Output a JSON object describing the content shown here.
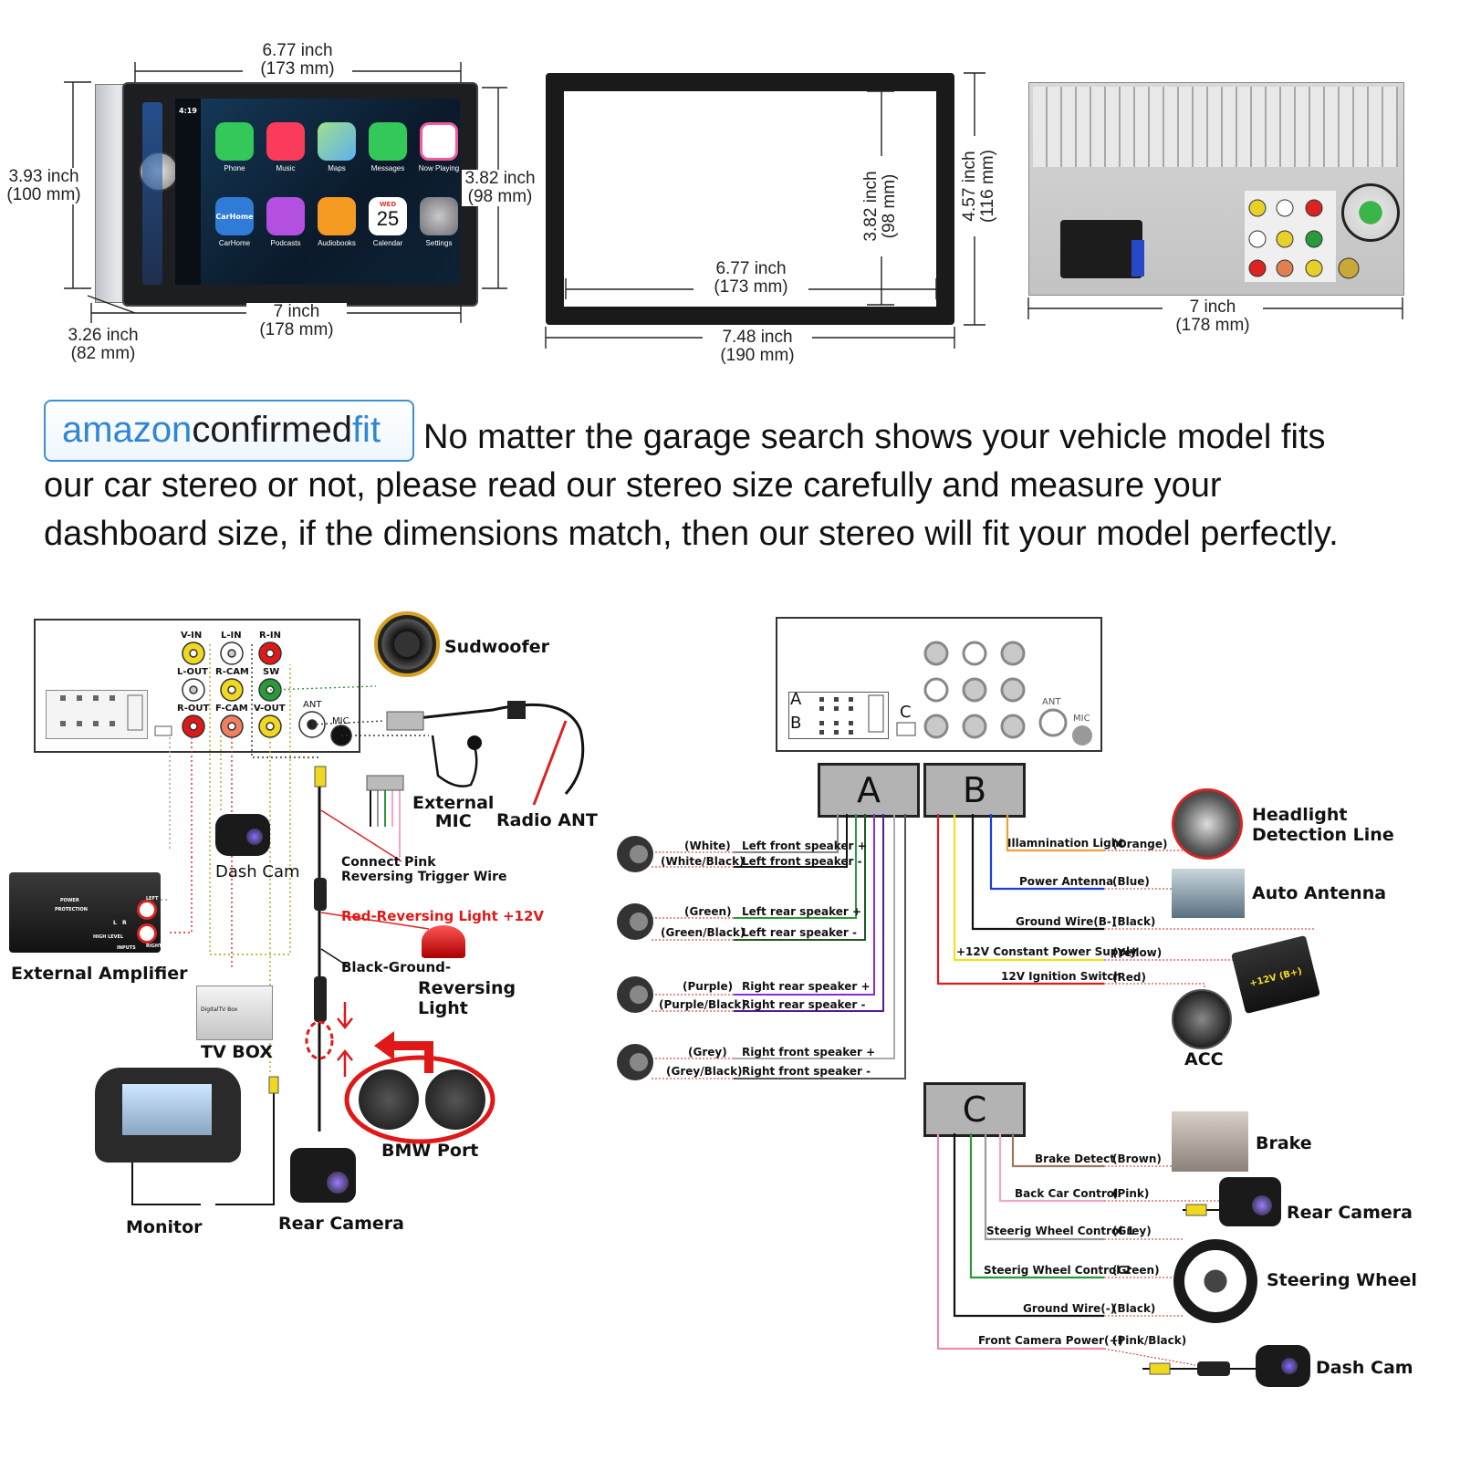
{
  "dims": {
    "head_width": {
      "inch": "6.77 inch",
      "mm": "(173 mm)"
    },
    "head_height": {
      "inch": "3.93 inch",
      "mm": "(100 mm)"
    },
    "screen_height": {
      "inch": "3.82 inch",
      "mm": "(98 mm)"
    },
    "bottom_width": {
      "inch": "7 inch",
      "mm": "(178 mm)"
    },
    "depth": {
      "inch": "3.26 inch",
      "mm": "(82 mm)"
    },
    "frame_inner_height": {
      "inch": "3.82 inch",
      "mm": "(98 mm)"
    },
    "frame_height": {
      "inch": "4.57 inch",
      "mm": "(116 mm)"
    },
    "frame_inner_width": {
      "inch": "6.77 inch",
      "mm": "(173 mm)"
    },
    "frame_width": {
      "inch": "7.48 inch",
      "mm": "(190 mm)"
    },
    "back_width": {
      "inch": "7 inch",
      "mm": "(178 mm)"
    }
  },
  "screen": {
    "time": "4:19",
    "apps": [
      {
        "label": "Phone",
        "color": "#34c759"
      },
      {
        "label": "Music",
        "color": "#fa3c5a"
      },
      {
        "label": "Maps",
        "color": "#5fb0f0"
      },
      {
        "label": "Messages",
        "color": "#34c759"
      },
      {
        "label": "Now Playing",
        "color": "#f25a9c"
      },
      {
        "label": "CarHome",
        "color": "#2f7bd6"
      },
      {
        "label": "Podcasts",
        "color": "#b350e0"
      },
      {
        "label": "Audiobooks",
        "color": "#f59a23"
      },
      {
        "label": "Calendar",
        "color": "#ffffff"
      },
      {
        "label": "Settings",
        "color": "#8e8e93"
      }
    ],
    "carhome_text": "CarHome",
    "calendar_day": "WED",
    "calendar_date": "25"
  },
  "badge": {
    "part1": "amazon",
    "part2": "confirmed",
    "part3": "fit"
  },
  "notice": {
    "line1": "No matter the garage search shows your vehicle model fits",
    "line2": "our car stereo or not, please read our stereo size carefully and measure your",
    "line3": "dashboard size, if the dimensions match, then our stereo will fit your model perfectly."
  },
  "left_wiring": {
    "ports": {
      "v_in": "V-IN",
      "l_in": "L-IN",
      "r_in": "R-IN",
      "l_out": "L-OUT",
      "r_cam": "R-CAM",
      "sw": "SW",
      "r_out": "R-OUT",
      "f_cam": "F-CAM",
      "v_out": "V-OUT",
      "ant": "ANT",
      "mic": "MIC"
    },
    "labels": {
      "subwoofer": "Sudwoofer",
      "external_mic": "External\nMIC",
      "radio_ant": "Radio ANT",
      "dash_cam": "Dash Cam",
      "connect_pink": "Connect Pink",
      "reversing_trigger": "Reversing Trigger Wire",
      "red_reversing": "Red-Reversing Light +12V",
      "black_ground": "Black-Ground-",
      "reversing_light": "Reversing\nLight",
      "external_amplifier": "External Amplifier",
      "tv_box": "TV BOX",
      "tv_box_device": "DigitalTV Box",
      "monitor": "Monitor",
      "rear_camera": "Rear Camera",
      "bmw_port": "BMW Port"
    },
    "amp_text": {
      "power": "POWER",
      "protection": "PROTECTION",
      "high_level": "HIGH LEVEL",
      "inputs": "INPUTS",
      "left": "LEFT",
      "right": "RIGHT",
      "l": "L",
      "r": "R"
    }
  },
  "right_wiring": {
    "connector_letters": {
      "a": "A",
      "b": "B",
      "c": "C"
    },
    "port_labels": {
      "ant": "ANT",
      "mic": "MIC"
    },
    "speakers": [
      {
        "c1": "(White)",
        "n1": "Left front speaker +",
        "c2": "(White/Black)",
        "n2": "Left front speaker -"
      },
      {
        "c1": "(Green)",
        "n1": "Left rear speaker +",
        "c2": "(Green/Black)",
        "n2": "Left rear speaker -"
      },
      {
        "c1": "(Purple)",
        "n1": "Right rear speaker +",
        "c2": "(Purple/Black)",
        "n2": "Right rear speaker -"
      },
      {
        "c1": "(Grey)",
        "n1": "Right front speaker +",
        "c2": "(Grey/Black)",
        "n2": "Right front speaker -"
      }
    ],
    "b_wires": [
      {
        "name": "Illamnination Light",
        "color": "(Orange)",
        "hex": "#f0a030"
      },
      {
        "name": "Power Antenna",
        "color": "(Blue)",
        "hex": "#1a3fd8"
      },
      {
        "name": "Ground Wire(B-)",
        "color": "(Black)",
        "hex": "#111111"
      },
      {
        "name": "+12V Constant Power Supply",
        "color": "(Yellow)",
        "hex": "#f2e020"
      },
      {
        "name": "12V Ignition Switch",
        "color": "(Red)",
        "hex": "#e11b1b"
      }
    ],
    "c_wires": [
      {
        "name": "Brake Detect",
        "color": "(Brown)",
        "hex": "#9a7a5a"
      },
      {
        "name": "Back Car Control",
        "color": "(Pink)",
        "hex": "#f4a6c8"
      },
      {
        "name": "Steerig Wheel Control 1",
        "color": "(Grey)",
        "hex": "#9a9a9a"
      },
      {
        "name": "Steerig Wheel Control 2",
        "color": "(Green)",
        "hex": "#2b9a3a"
      },
      {
        "name": "Ground Wire(-)",
        "color": "(Black)",
        "hex": "#111111"
      },
      {
        "name": "Front Camera Power(+)",
        "color": "(Pink/Black)",
        "hex": "#e58fb4"
      }
    ],
    "devices": {
      "headlight": "Headlight\nDetection Line",
      "auto_antenna": "Auto Antenna",
      "battery": "+12V (B+)",
      "acc": "ACC",
      "brake": "Brake",
      "rear_camera": "Rear Camera",
      "steering_wheel": "Steering Wheel",
      "dash_cam": "Dash Cam"
    }
  }
}
